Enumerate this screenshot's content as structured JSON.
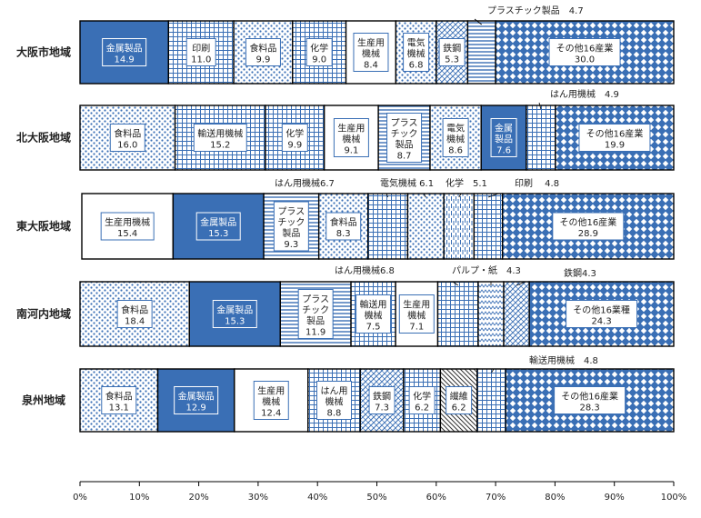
{
  "chart_data": {
    "type": "bar",
    "stacked": "100%",
    "orientation": "horizontal",
    "x_ticks": [
      "0%",
      "10%",
      "20%",
      "30%",
      "40%",
      "50%",
      "60%",
      "70%",
      "80%",
      "90%",
      "100%"
    ],
    "xlim": [
      0,
      100
    ],
    "grid": false,
    "rows": [
      {
        "name": "大阪市地域",
        "segments": [
          {
            "label": [
              "金属製品"
            ],
            "value": 14.9,
            "pattern": "solid"
          },
          {
            "label": [
              "印刷"
            ],
            "value": 11.0,
            "pattern": "grid"
          },
          {
            "label": [
              "食料品"
            ],
            "value": 9.9,
            "pattern": "dots"
          },
          {
            "label": [
              "化学"
            ],
            "value": 9.0,
            "pattern": "grid"
          },
          {
            "label": [
              "生産用",
              "機械"
            ],
            "value": 8.4,
            "pattern": "white"
          },
          {
            "label": [
              "電気",
              "機械"
            ],
            "value": 6.8,
            "pattern": "dots"
          },
          {
            "label": [
              "鉄鋼"
            ],
            "value": 5.3,
            "pattern": "diag"
          },
          {
            "label": [
              "プラスチック製品"
            ],
            "value": 4.7,
            "pattern": "hlines",
            "callout": true
          },
          {
            "label": [
              "その他16産業"
            ],
            "value": 30.0,
            "pattern": "diamond"
          }
        ]
      },
      {
        "name": "北大阪地域",
        "segments": [
          {
            "label": [
              "食料品"
            ],
            "value": 16.0,
            "pattern": "dots"
          },
          {
            "label": [
              "輸送用機械"
            ],
            "value": 15.2,
            "pattern": "grid"
          },
          {
            "label": [
              "化学"
            ],
            "value": 9.9,
            "pattern": "grid"
          },
          {
            "label": [
              "生産用",
              "機械"
            ],
            "value": 9.1,
            "pattern": "white"
          },
          {
            "label": [
              "プラス",
              "チック",
              "製品"
            ],
            "value": 8.7,
            "pattern": "hlines"
          },
          {
            "label": [
              "電気",
              "機械"
            ],
            "value": 8.6,
            "pattern": "dots"
          },
          {
            "label": [
              "金属",
              "製品"
            ],
            "value": 7.6,
            "pattern": "solid"
          },
          {
            "label": [
              "はん用機械"
            ],
            "value": 4.9,
            "pattern": "grid",
            "callout": true
          },
          {
            "label": [
              "その他16産業"
            ],
            "value": 19.9,
            "pattern": "diamond"
          }
        ]
      },
      {
        "name": "東大阪地域",
        "segments": [
          {
            "label": [
              "生産用機械"
            ],
            "value": 15.4,
            "pattern": "white"
          },
          {
            "label": [
              "金属製品"
            ],
            "value": 15.3,
            "pattern": "solid"
          },
          {
            "label": [
              "プラス",
              "チック",
              "製品"
            ],
            "value": 9.3,
            "pattern": "hlines"
          },
          {
            "label": [
              "食料品"
            ],
            "value": 8.3,
            "pattern": "dots"
          },
          {
            "label": [
              "はん用機械"
            ],
            "value": 6.7,
            "pattern": "grid",
            "callout": true
          },
          {
            "label": [
              "電気機械"
            ],
            "value": 6.1,
            "pattern": "dots",
            "callout": true
          },
          {
            "label": [
              "化学"
            ],
            "value": 5.1,
            "pattern": "vdash",
            "callout": true
          },
          {
            "label": [
              "印刷"
            ],
            "value": 4.8,
            "pattern": "grid",
            "callout": true
          },
          {
            "label": [
              "その他16産業"
            ],
            "value": 28.9,
            "pattern": "diamond"
          }
        ]
      },
      {
        "name": "南河内地域",
        "segments": [
          {
            "label": [
              "食料品"
            ],
            "value": 18.4,
            "pattern": "dots"
          },
          {
            "label": [
              "金属製品"
            ],
            "value": 15.3,
            "pattern": "solid"
          },
          {
            "label": [
              "プラス",
              "チック",
              "製品"
            ],
            "value": 11.9,
            "pattern": "hlines"
          },
          {
            "label": [
              "輸送用",
              "機械"
            ],
            "value": 7.5,
            "pattern": "grid"
          },
          {
            "label": [
              "生産用",
              "機械"
            ],
            "value": 7.1,
            "pattern": "white"
          },
          {
            "label": [
              "はん用機械"
            ],
            "value": 6.8,
            "pattern": "grid",
            "callout": true
          },
          {
            "label": [
              "パルプ・紙"
            ],
            "value": 4.3,
            "pattern": "zigzag",
            "callout": true
          },
          {
            "label": [
              "鉄鋼"
            ],
            "value": 4.3,
            "pattern": "diag",
            "callout": true
          },
          {
            "label": [
              "その他16業種"
            ],
            "value": 24.3,
            "pattern": "diamond"
          }
        ]
      },
      {
        "name": "泉州地域",
        "segments": [
          {
            "label": [
              "食料品"
            ],
            "value": 13.1,
            "pattern": "dots"
          },
          {
            "label": [
              "金属製品"
            ],
            "value": 12.9,
            "pattern": "solid"
          },
          {
            "label": [
              "生産用",
              "機械"
            ],
            "value": 12.4,
            "pattern": "white"
          },
          {
            "label": [
              "はん用",
              "機械"
            ],
            "value": 8.8,
            "pattern": "grid"
          },
          {
            "label": [
              "鉄鋼"
            ],
            "value": 7.3,
            "pattern": "diag"
          },
          {
            "label": [
              "化学"
            ],
            "value": 6.2,
            "pattern": "grid"
          },
          {
            "label": [
              "繊維"
            ],
            "value": 6.2,
            "pattern": "diagback"
          },
          {
            "label": [
              "輸送用機械"
            ],
            "value": 4.8,
            "pattern": "grid",
            "callout": true
          },
          {
            "label": [
              "その他16産業"
            ],
            "value": 28.3,
            "pattern": "diamond"
          }
        ]
      }
    ],
    "callout_texts": [
      "プラスチック製品　4.7",
      "はん用機械　4.9",
      "はん用機械6.7",
      "電気機械 6.1",
      "化学　5.1",
      "印刷　 4.8",
      "はん用機械6.8",
      "パルプ・紙　4.3",
      "鉄鋼4.3",
      "輸送用機械　4.8"
    ],
    "colors": {
      "accent": "#3a6fb5",
      "border": "#000000",
      "label_box": "#ffffff"
    }
  }
}
